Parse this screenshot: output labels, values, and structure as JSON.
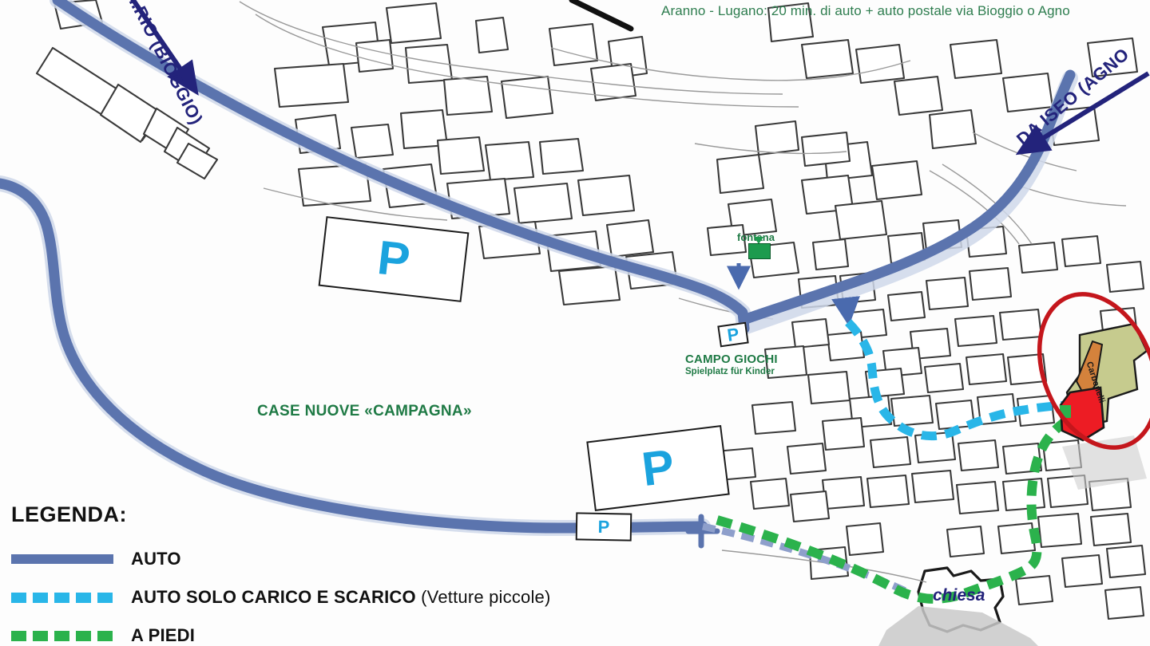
{
  "map": {
    "top_note": "Aranno - Lugano: 20 min. di auto  + auto postale via Bioggio o Agno",
    "direction_labels": {
      "northwest": "...RIO (BIOGGIO)",
      "northeast": "DA ISEO (AGNO"
    },
    "place_labels": {
      "campo_giochi_it": "CAMPO GIOCHI",
      "campo_giochi_de": "Spielplatz für Kinder",
      "case_nuove": "CASE NUOVE «CAMPAGNA»",
      "fontana": "fontana",
      "chiesa": "chiesa",
      "carbonelli": "Carbonelli"
    },
    "parking_markers": {
      "big_1": "P",
      "big_2": "P",
      "small_1": "P",
      "small_2": "P"
    },
    "colors": {
      "road_auto": "#5B74AE",
      "route_carico_scarico": "#29B6E8",
      "route_a_piedi": "#2BB24C",
      "arrow_direction": "#23237B",
      "label_green": "#1F7A45",
      "label_note_green": "#2E7D4F",
      "highlight_ellipse": "#C4161C",
      "building_red": "#ED1C24",
      "building_olive": "#C6CB8E",
      "building_orange": "#D4823C",
      "parking_letter": "#1BA3DE",
      "chiesa_label": "#23237B"
    }
  },
  "legend": {
    "title": "LEGENDA:",
    "items": [
      {
        "style": "solid-blue",
        "label": "AUTO",
        "sub": ""
      },
      {
        "style": "dashed-cyan",
        "label": "AUTO SOLO CARICO E SCARICO",
        "sub": " (Vetture piccole)"
      },
      {
        "style": "dashed-green",
        "label": "A PIEDI",
        "sub": ""
      }
    ]
  }
}
